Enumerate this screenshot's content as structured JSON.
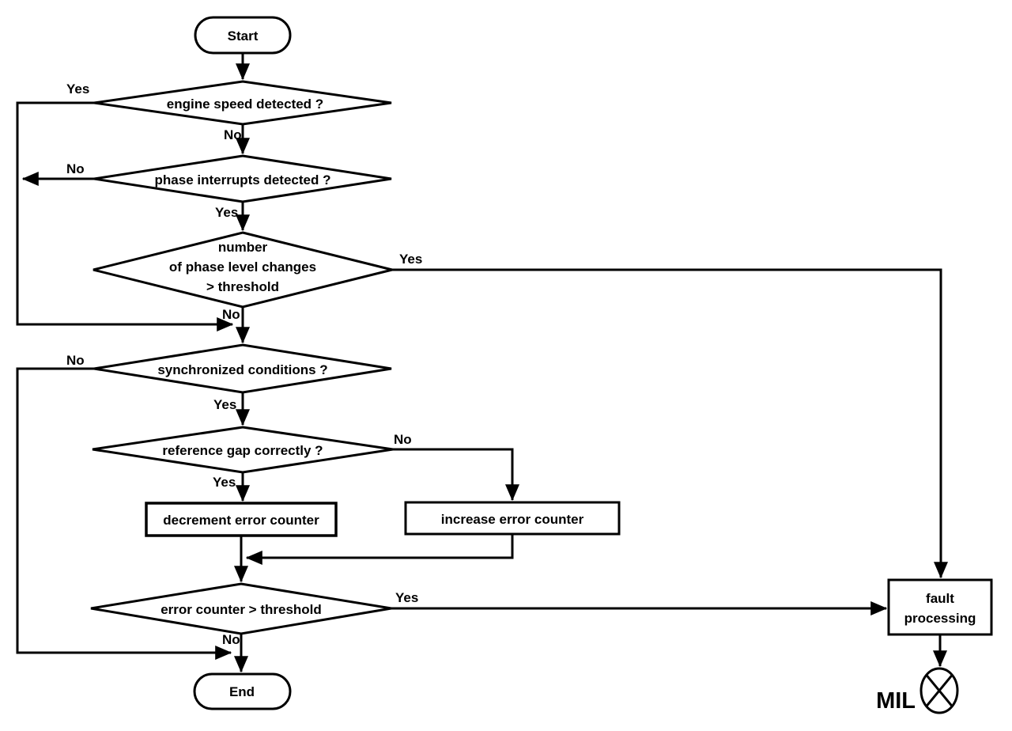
{
  "diagram": {
    "type": "flowchart",
    "colors": {
      "background": "#ffffff",
      "stroke": "#000000",
      "text": "#000000"
    },
    "nodes": {
      "start": {
        "type": "terminator",
        "label": "Start"
      },
      "engine_speed": {
        "type": "decision",
        "label": "engine speed detected ?"
      },
      "phase_interrupts": {
        "type": "decision",
        "label": "phase interrupts detected ?"
      },
      "phase_level_changes": {
        "type": "decision",
        "label_lines": [
          "number",
          "of phase level changes",
          "> threshold"
        ]
      },
      "synchronized": {
        "type": "decision",
        "label": "synchronized conditions ?"
      },
      "reference_gap": {
        "type": "decision",
        "label": "reference gap correctly ?"
      },
      "decrement_counter": {
        "type": "process",
        "label": "decrement error counter"
      },
      "increase_counter": {
        "type": "process",
        "label": "increase error counter"
      },
      "error_counter": {
        "type": "decision",
        "label": "error counter > threshold"
      },
      "end": {
        "type": "terminator",
        "label": "End"
      },
      "fault_processing": {
        "type": "process",
        "label_lines": [
          "fault",
          "processing"
        ]
      },
      "mil": {
        "type": "indicator",
        "label": "MIL"
      }
    },
    "edge_labels": {
      "engine_speed_yes": "Yes",
      "engine_speed_no": "No",
      "phase_interrupts_no": "No",
      "phase_interrupts_yes": "Yes",
      "phase_level_changes_yes": "Yes",
      "phase_level_changes_no": "No",
      "synchronized_no": "No",
      "synchronized_yes": "Yes",
      "reference_gap_no": "No",
      "reference_gap_yes": "Yes",
      "error_counter_yes": "Yes",
      "error_counter_no": "No"
    }
  }
}
